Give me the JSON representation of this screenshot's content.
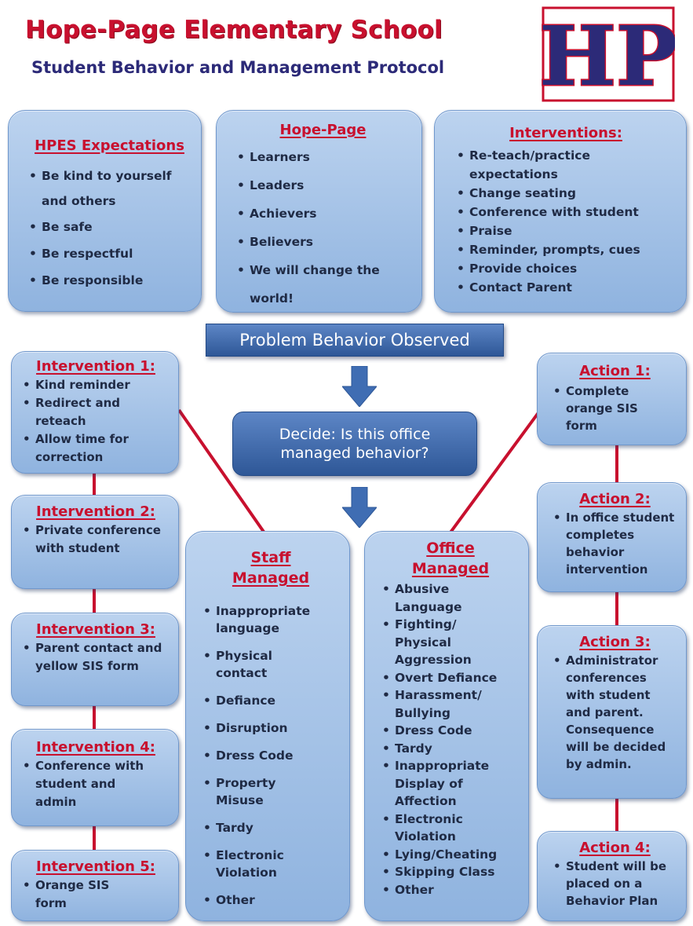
{
  "header": {
    "title": "Hope-Page Elementary School",
    "subtitle": "Student Behavior and Management Protocol",
    "logo_text": "HP"
  },
  "colors": {
    "accent_red": "#c8102e",
    "navy": "#2c2a78",
    "box_blue": "#a9c4e8",
    "banner_blue": "#3a64a8"
  },
  "expectations": {
    "title": "HPES Expectations",
    "items": [
      "Be kind to yourself and others",
      "Be safe",
      "Be respectful",
      "Be responsible"
    ]
  },
  "hope_page": {
    "title": "Hope-Page",
    "items": [
      "Learners",
      "Leaders",
      "Achievers",
      "Believers",
      "We will change the world!"
    ]
  },
  "interventions_list": {
    "title": "Interventions:",
    "items": [
      "Re-teach/practice expectations",
      "Change seating",
      "Conference with student",
      "Praise",
      "Reminder, prompts, cues",
      "Provide choices",
      "Contact Parent"
    ]
  },
  "flow": {
    "problem": "Problem Behavior Observed",
    "decide": "Decide: Is this office managed behavior?"
  },
  "interventions": [
    {
      "title": "Intervention 1:",
      "items": [
        "Kind reminder",
        "Redirect and reteach",
        "Allow time for correction"
      ]
    },
    {
      "title": "Intervention 2:",
      "items": [
        "Private conference with student"
      ]
    },
    {
      "title": "Intervention 3:",
      "items": [
        "Parent contact and yellow SIS form"
      ]
    },
    {
      "title": "Intervention 4:",
      "items": [
        "Conference with student and admin"
      ]
    },
    {
      "title": "Intervention 5:",
      "items": [
        "Orange SIS form"
      ]
    }
  ],
  "staff_managed": {
    "title": "Staff Managed",
    "items": [
      "Inappropriate language",
      "Physical contact",
      "Defiance",
      "Disruption",
      "Dress Code",
      "Property Misuse",
      "Tardy",
      "Electronic Violation",
      "Other"
    ]
  },
  "office_managed": {
    "title": "Office Managed",
    "items": [
      "Abusive Language",
      "Fighting/ Physical Aggression",
      "Overt Defiance",
      "Harassment/ Bullying",
      "Dress Code",
      "Tardy",
      "Inappropriate Display of Affection",
      "Electronic Violation",
      "Lying/Cheating",
      "Skipping Class",
      "Other"
    ]
  },
  "actions": [
    {
      "title": "Action 1:",
      "items": [
        "Complete orange SIS form"
      ]
    },
    {
      "title": "Action 2:",
      "items": [
        "In office student completes behavior intervention"
      ]
    },
    {
      "title": "Action 3:",
      "items": [
        "Administrator conferences with student and parent. Consequence will be decided by admin."
      ]
    },
    {
      "title": "Action 4:",
      "items": [
        "Student will be placed on a Behavior Plan"
      ]
    }
  ]
}
